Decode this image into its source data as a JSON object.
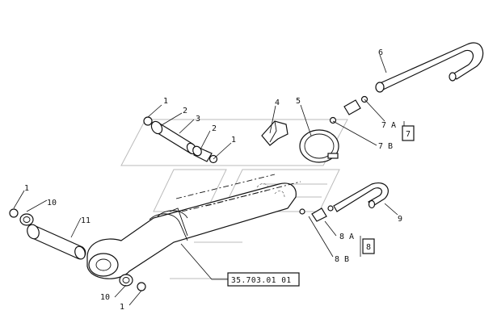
{
  "labels": {
    "p1a": "1",
    "p1b": "1",
    "p1c": "1",
    "p1d": "1",
    "p2a": "2",
    "p2b": "2",
    "p3": "3",
    "p4": "4",
    "p5": "5",
    "p6": "6",
    "p7a": "7 A",
    "p7b": "7 B",
    "p7box": "7",
    "p8a": "8 A",
    "p8b": "8 B",
    "p8box": "8",
    "p9": "9",
    "p10a": "10",
    "p10b": "10",
    "p11": "11",
    "ref": "35.703.01 01"
  }
}
